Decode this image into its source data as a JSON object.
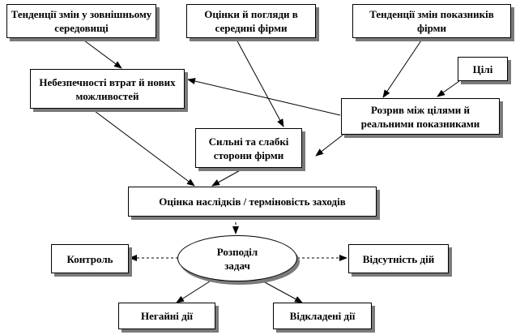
{
  "nodes": {
    "external_trends": "Тенденції змін у зовнішньому середовищі",
    "assessments": "Оцінки й погляди в середині фірми",
    "indicator_trends": "Тенденції змін показників фірми",
    "threats": "Небезпечності втрат й нових можливостей",
    "goals": "Цілі",
    "gap": "Розрив між цілями й реальними показниками",
    "strengths": "Сильні та слабкі сторони фірми",
    "consequences": "Оцінка наслідків / терміновість заходів",
    "distribution": "Розподіл задач",
    "control": "Контроль",
    "no_action": "Відсутність дій",
    "urgent": "Негайні дії",
    "deferred": "Відкладені дії"
  }
}
